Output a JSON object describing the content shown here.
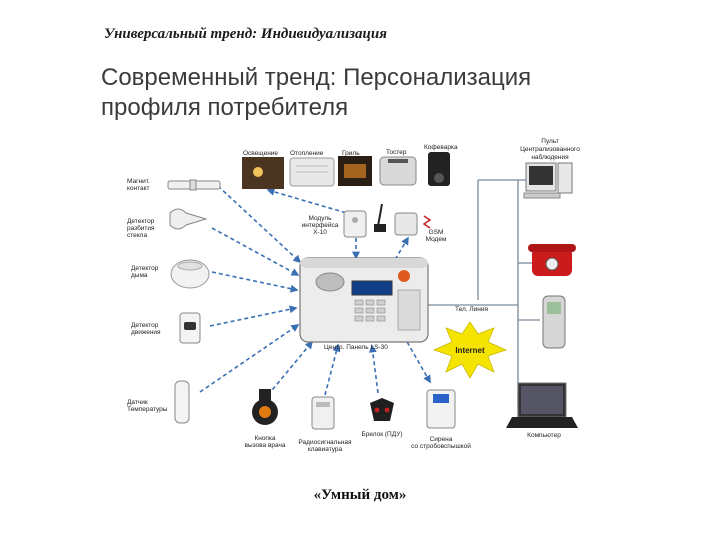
{
  "header": {
    "top_title": "Универсальный тренд: Индивидуализация",
    "main_title_line1": "Современный тренд: Персонализация",
    "main_title_line2": "профиля потребителя"
  },
  "diagram": {
    "center_label": "Центр. Панель LS-30",
    "internet_label": "Internet",
    "tel_line_label": "Тел. Линия",
    "labels": {
      "lighting": "Освещение",
      "heating": "Отопление",
      "grill": "Гриль",
      "toaster": "Тостер",
      "coffee": "Кофеварка",
      "central_console_1": "Пульт",
      "central_console_2": "Централизованного",
      "central_console_3": "наблюдения",
      "magnetic_contact_1": "Магнит.",
      "magnetic_contact_2": "контакт",
      "glass_break_1": "Детектор",
      "glass_break_2": "разбития",
      "glass_break_3": "стекла",
      "smoke_1": "Детектор",
      "smoke_2": "дыма",
      "motion_1": "Детектор",
      "motion_2": "движения",
      "temp_1": "Датчик",
      "temp_2": "Температуры",
      "interface_1": "Модуль",
      "interface_2": "интерфейса",
      "interface_3": "X-10",
      "gsm_1": "GSM",
      "gsm_2": "Модем",
      "panic_1": "Кнопка",
      "panic_2": "вызова врача",
      "radio_1": "Радиосигнальная",
      "radio_2": "клавиатура",
      "remote": "Брелок (ПДУ)",
      "siren_1": "Сирена",
      "siren_2": "со стробовспышкой",
      "computer": "Компьютер"
    }
  },
  "caption": "«Умный дом»",
  "colors": {
    "arrow": "#3a6fb3",
    "internet_burst": "#f5e400",
    "phone_red": "#cc1b1b"
  }
}
